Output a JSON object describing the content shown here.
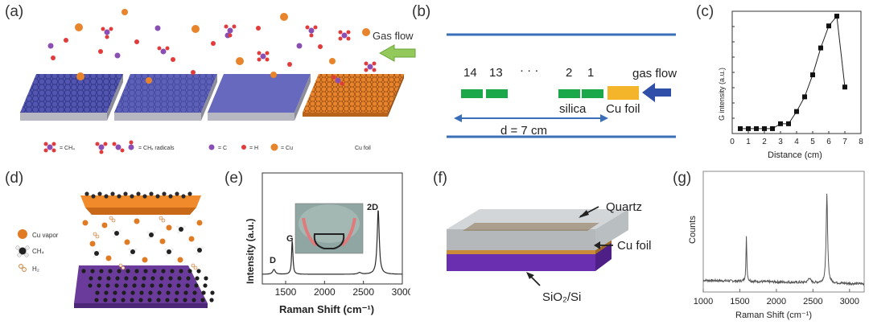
{
  "panels": {
    "a": {
      "label": "(a)",
      "gas_flow": "Gas flow",
      "legend": {
        "ch4": "= CH₄",
        "radicals": "= CHₓ radicals",
        "c": "= C",
        "h": "= H",
        "cu": "= Cu",
        "cu_foil": "Cu foil"
      }
    },
    "b": {
      "label": "(b)",
      "numbers": [
        "14",
        "13",
        "· · ·",
        "2",
        "1"
      ],
      "gas_flow": "gas flow",
      "silica": "silica",
      "cu_foil": "Cu foil",
      "distance": "d = 7 cm"
    },
    "c": {
      "label": "(c)",
      "ylabel": "G intensity (a.u.)",
      "xlabel": "Distance (cm)",
      "xticks": [
        "0",
        "1",
        "2",
        "3",
        "4",
        "5",
        "6",
        "7",
        "8"
      ]
    },
    "d": {
      "label": "(d)",
      "legend": {
        "cu_vapor": "Cu vapor",
        "ch4": "CH₄",
        "h2": "H₂"
      }
    },
    "e": {
      "label": "(e)",
      "ylabel": "Intensity (a.u.)",
      "xlabel": "Raman Shift (cm⁻¹)",
      "xticks": [
        "1500",
        "2000",
        "2500",
        "3000"
      ],
      "peaks": {
        "d": "D",
        "g": "G",
        "p2d": "2D"
      }
    },
    "f": {
      "label": "(f)",
      "quartz": "Quartz",
      "cu_foil": "Cu foil",
      "substrate": "SiO₂/Si"
    },
    "g": {
      "label": "(g)",
      "ylabel": "Counts",
      "xlabel": "Raman Shift (cm⁻¹)",
      "xticks": [
        "1000",
        "1500",
        "2000",
        "2500",
        "3000"
      ]
    }
  },
  "chart_data": [
    {
      "type": "scatter",
      "panel": "c",
      "xlabel": "Distance (cm)",
      "ylabel": "G intensity (a.u.)",
      "xlim": [
        0,
        8
      ],
      "x": [
        0.5,
        1.0,
        1.5,
        2.0,
        2.5,
        3.0,
        3.5,
        4.0,
        4.5,
        5.0,
        5.5,
        6.0,
        6.5,
        7.0
      ],
      "y": [
        0.04,
        0.04,
        0.04,
        0.04,
        0.04,
        0.08,
        0.08,
        0.18,
        0.3,
        0.48,
        0.7,
        0.88,
        0.96,
        0.38
      ]
    },
    {
      "type": "line",
      "panel": "e",
      "xlabel": "Raman Shift (cm⁻¹)",
      "ylabel": "Intensity (a.u.)",
      "xlim": [
        1200,
        3000
      ],
      "peaks": [
        {
          "name": "D",
          "x": 1350
        },
        {
          "name": "G",
          "x": 1585
        },
        {
          "name": "2D",
          "x": 2690
        }
      ]
    },
    {
      "type": "line",
      "panel": "g",
      "xlabel": "Raman Shift (cm⁻¹)",
      "ylabel": "Counts",
      "xlim": [
        1000,
        3200
      ],
      "peaks": [
        {
          "name": "G",
          "x": 1590
        },
        {
          "name": "2D",
          "x": 2690
        }
      ]
    }
  ]
}
